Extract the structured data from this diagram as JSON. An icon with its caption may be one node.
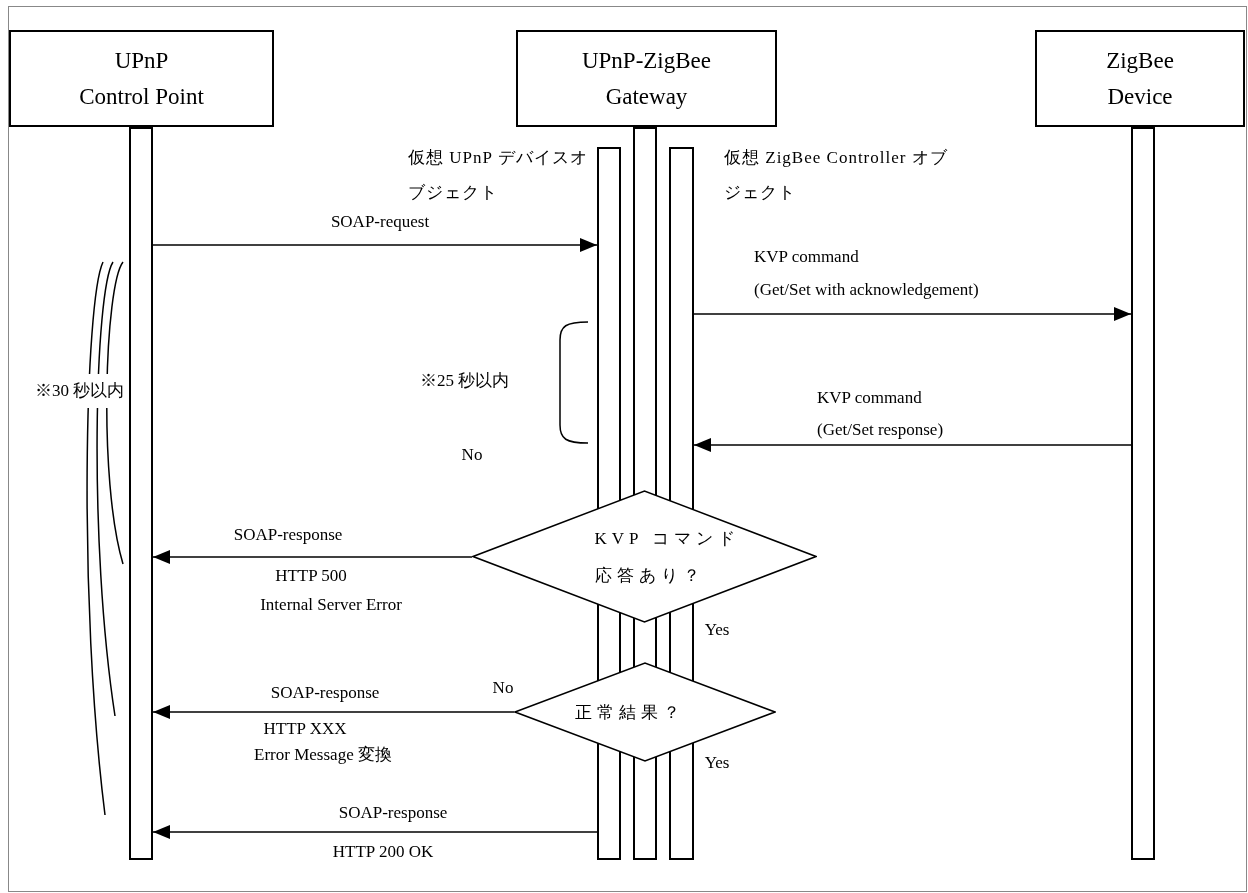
{
  "diagram": {
    "nodes": [
      {
        "text": [
          "UPnP Control Point"
        ]
      },
      {
        "text": [
          "UPnP-ZigBee Gateway"
        ]
      },
      {
        "text": [
          "ZigBee Device"
        ]
      },
      {
        "text": [],
        "shape": "bar"
      },
      {
        "text": [],
        "shape": "bar",
        "beside": [
          "仮想 UPnP デバイスオブジェクト"
        ]
      },
      {
        "text": [],
        "shape": "bar"
      },
      {
        "text": [],
        "shape": "bar",
        "beside": [
          "仮想 ZigBee Controller オブジェクト"
        ]
      },
      {
        "text": [],
        "shape": "bar"
      },
      {
        "text": [
          "KVP コマンド応答あり？"
        ]
      },
      {
        "text": [
          "正常結果？"
        ]
      }
    ],
    "edges": [
      {
        "from": 3,
        "to": 4,
        "arrow": "to",
        "label": "SOAP-request"
      },
      {
        "from": 6,
        "to": 7,
        "arrow": "to",
        "label": "KVP command"
      },
      {
        "from": 7,
        "to": 6,
        "arrow": "to",
        "label": "KVP command"
      },
      {
        "from": 8,
        "to": 3,
        "arrow": "to",
        "label": "SOAP-response"
      },
      {
        "from": 9,
        "to": 3,
        "arrow": "to",
        "label": "SOAP-response"
      },
      {
        "from": 4,
        "to": 3,
        "arrow": "to",
        "label": "SOAP-response"
      }
    ],
    "labels": [
      "(Get/Set with acknowledgement)",
      "※25 秒以内",
      "※30 秒以内",
      "(Get/Set response)",
      "No",
      "HTTP 500",
      "Internal Server Error",
      "Yes",
      "No",
      "HTTP XXX",
      "Error Message 変換",
      "Yes",
      "HTTP 200 OK"
    ]
  }
}
